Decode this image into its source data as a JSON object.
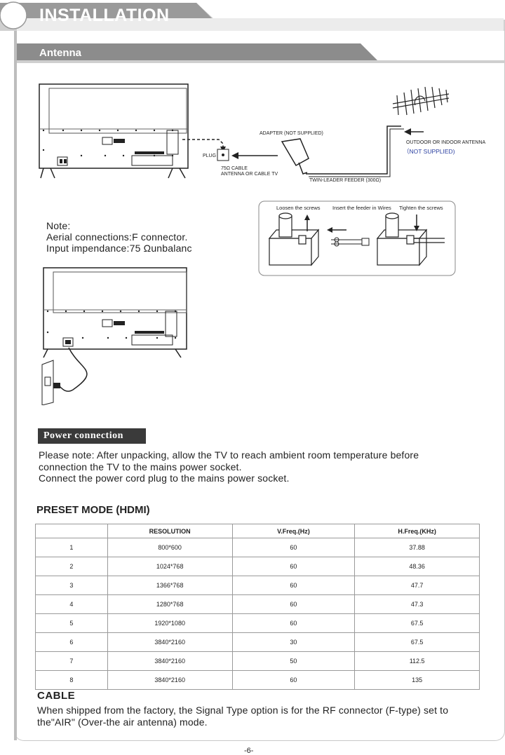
{
  "header": {
    "title": "INSTALLATION"
  },
  "section": {
    "title": "Antenna"
  },
  "diagram": {
    "plug": "PLUG",
    "cable_line1": "75Ω CABLE",
    "cable_line2": "ANTENNA OR CABLE TV",
    "adapter": "ADAPTER (NOT SUPPLIED)",
    "feeder": "TWIN-LEADER FEEDER (300Ω)",
    "antenna_line1": "OUTDOOR OR INDOOR ANTENNA",
    "antenna_line2": "（NOT SUPPLIED)",
    "step1": "Loosen the screws",
    "step2": "Insert the feeder in Wires",
    "step3": "Tighten the screws"
  },
  "note": {
    "line1": "Note:",
    "line2": "Aerial connections:F connector.",
    "line3": "Input impendance:75  Ωunbalanc"
  },
  "power": {
    "label": "Power connection",
    "line1": "Please note: After unpacking, allow the TV to reach ambient room temperature before",
    "line2": "connection the TV to the mains power socket.",
    "line3": "Connect the power cord plug to the mains power socket."
  },
  "preset": {
    "title": "PRESET MODE (HDMI)",
    "headers": [
      "",
      "RESOLUTION",
      "V.Freq.(Hz)",
      "H.Freq.(KHz)"
    ],
    "rows": [
      [
        "1",
        "800*600",
        "60",
        "37.88"
      ],
      [
        "2",
        "1024*768",
        "60",
        "48.36"
      ],
      [
        "3",
        "1366*768",
        "60",
        "47.7"
      ],
      [
        "4",
        "1280*768",
        "60",
        "47.3"
      ],
      [
        "5",
        "1920*1080",
        "60",
        "67.5"
      ],
      [
        "6",
        "3840*2160",
        "30",
        "67.5"
      ],
      [
        "7",
        "3840*2160",
        "50",
        "112.5"
      ],
      [
        "8",
        "3840*2160",
        "60",
        "135"
      ]
    ]
  },
  "cable": {
    "title": "CABLE",
    "line1": "When shipped from the factory, the Signal Type option is for the RF connector (F-type) set to",
    "line2": "the\"AIR\" (Over-the air antenna) mode."
  },
  "footer": {
    "page": "-6-"
  },
  "colors": {
    "header_bar": "#9a9a9a",
    "subheader_bar": "#8c8c8c",
    "accent_blue": "#2a3fa0",
    "label_bg": "#3a3a3a"
  }
}
